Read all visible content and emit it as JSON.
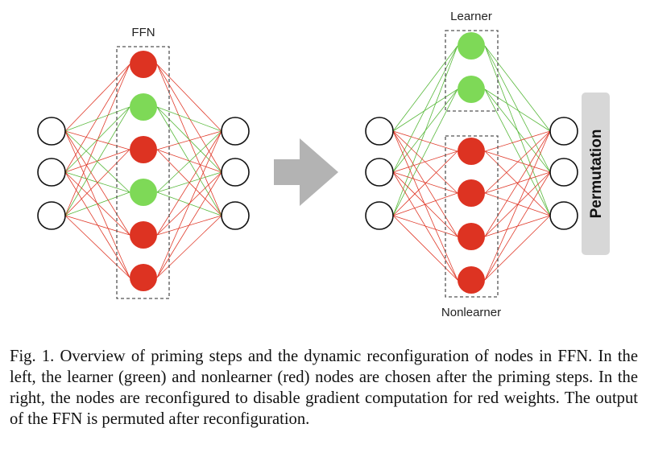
{
  "labels": {
    "ffn": "FFN",
    "learner": "Learner",
    "nonlearner": "Nonlearner",
    "permutation": "Permutation"
  },
  "left_network": {
    "hidden_nodes": [
      "red",
      "green",
      "red",
      "green",
      "red",
      "red"
    ]
  },
  "right_network": {
    "learner_nodes": [
      "green",
      "green"
    ],
    "nonlearner_nodes": [
      "red",
      "red",
      "red",
      "red"
    ]
  },
  "colors": {
    "learner": "#7ed957",
    "nonlearner": "#dd3322",
    "learner_edge": "#57b83a",
    "nonlearner_edge": "#e03a2a",
    "arrow": "#b3b3b3",
    "permutation_box": "#d7d7d7"
  },
  "caption": "Fig. 1.  Overview of priming steps and the dynamic reconfiguration of nodes in FFN. In the left, the learner (green) and nonlearner (red) nodes are chosen after the priming steps. In the right, the nodes are reconfigured to disable gradient computation for red weights. The output of the FFN is permuted after reconfiguration."
}
